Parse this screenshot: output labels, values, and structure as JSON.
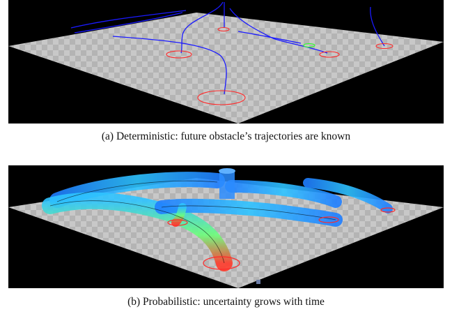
{
  "figure": {
    "subfigures": [
      {
        "caption": "(a) Deterministic: future obstacle’s trajectories are known",
        "scene": "deterministic"
      },
      {
        "caption": "(b) Probabilistic: uncertainty grows with time",
        "scene": "probabilistic"
      }
    ]
  },
  "colors": {
    "background": "#000000",
    "floor_light": "#c9c9c9",
    "floor_dark": "#b3b3b3",
    "trajectory": "#1a1aff",
    "obstacle_ring": "#ff2a2a",
    "robot_ring": "#33ff33",
    "uncertainty_near": "#ff3b2b",
    "uncertainty_mid": "#2ec4ff",
    "uncertainty_far": "#1f7fff"
  }
}
